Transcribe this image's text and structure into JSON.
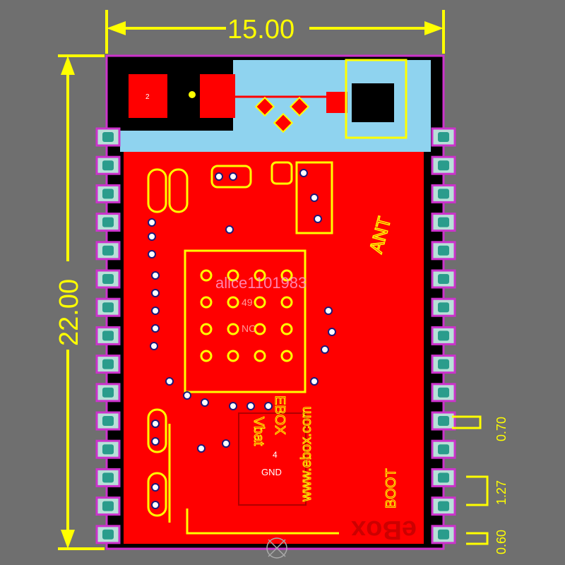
{
  "dimensions": {
    "width_label": "15.00",
    "height_label": "22.00",
    "small_dims": [
      "0.70",
      "1.27",
      "0.60"
    ]
  },
  "board": {
    "pad_label": "2",
    "chip_number": "49",
    "chip_net": "NC",
    "gnd_pad_number": "4",
    "gnd_pad_net": "GND",
    "watermark": "alice1101983",
    "silk_antenna": "ANT",
    "silk_ebox": "eBox",
    "silk_vertical_1": "www.ebox.com",
    "silk_vertical_2": "BOOT",
    "silk_vertical_3": "EBOX",
    "silk_vertical_4": "Vbat"
  },
  "pins": {
    "left_count": 15,
    "right_count": 15
  },
  "colors": {
    "background": "#6f6f6f",
    "copper": "#ff0000",
    "silkscreen": "#ffff00",
    "dimension": "#ffff00",
    "board_outline": "#cc33cc",
    "antenna_area": "#8fd3ef",
    "pad_fill": "#2a9c8c",
    "via": "#00e0e0"
  }
}
